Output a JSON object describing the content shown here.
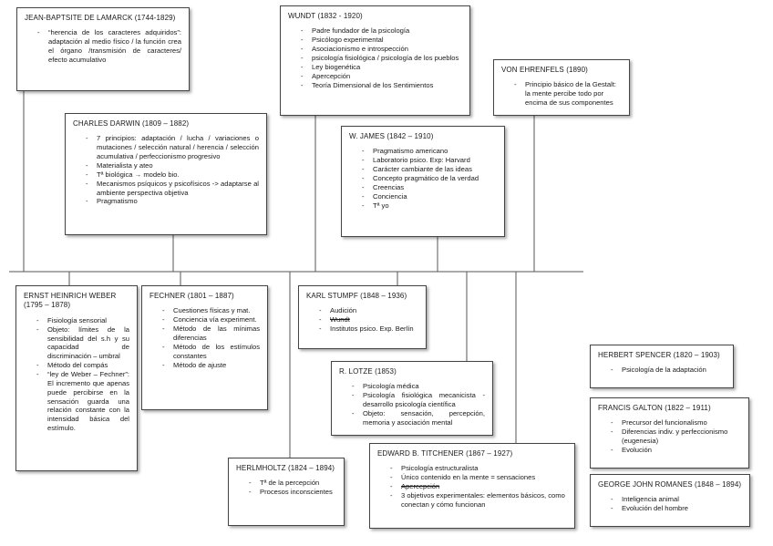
{
  "boxes": {
    "lamarck": {
      "title": "JEAN-BAPTSITE DE LAMARCK (1744-1829)",
      "items": [
        "“herencia de los caracteres adquiridos”: adaptación al medio físico / la función crea el órgano /transmisión de caracteres/ efecto acumulativo"
      ]
    },
    "wundt": {
      "title": "WUNDT (1832 - 1920)",
      "items": [
        "Padre fundador de la psicología",
        "Psicólogo experimental",
        "Asociacionismo e introspección",
        "psicología fisiológica / psicología de los pueblos",
        "Ley biogenética",
        "Apercepción",
        "Teoría Dimensional de los Sentimientos"
      ]
    },
    "ehrenfels": {
      "title": "VON EHRENFELS (1890)",
      "items": [
        "Principio básico de la Gestalt: la mente percibe todo por encima de sus componentes"
      ]
    },
    "darwin": {
      "title": "CHARLES DARWIN (1809 – 1882)",
      "items": [
        "7 principios: adaptación / lucha / variaciones o mutaciones / selección natural / herencia / selección acumulativa / perfeccionismo progresivo",
        "Materialista y ateo",
        "Tª biológica → modelo bio.",
        "Mecanismos psíquicos y psicofísicos -> adaptarse al ambiente perspectiva objetiva",
        "Pragmatismo"
      ]
    },
    "james": {
      "title": "W. JAMES (1842 – 1910)",
      "items": [
        "Pragmatismo americano",
        "Laboratorio psico. Exp: Harvard",
        "Carácter cambiante de las ideas",
        "Concepto pragmático de la verdad",
        "Creencias",
        "Conciencia",
        "Tª yo"
      ]
    },
    "weber": {
      "title": "ERNST HEINRICH WEBER (1795 – 1878)",
      "items": [
        "Fisiología sensorial",
        "Objeto: límites de la sensibilidad del s.h y su capacidad de discriminación – umbral",
        "Método del compás",
        "“ley de Weber – Fechner”: El incremento que apenas puede percibirse en la sensación guarda una relación constante con la intensidad básica del estímulo."
      ]
    },
    "fechner": {
      "title": "FECHNER (1801 – 1887)",
      "items": [
        "Cuestiones físicas y mat.",
        "Conciencia vía experiment.",
        "Método de las mínimas diferencias",
        "Método de los estímulos constantes",
        "Método de ajuste"
      ]
    },
    "stumpf": {
      "title": "KARL STUMPF (1848 – 1936)",
      "items": [
        "Audición",
        "Wundt",
        "Institutos psico. Exp. Berlín"
      ]
    },
    "lotze": {
      "title": "R. LOTZE (1853)",
      "items": [
        "Psicología médica",
        "Psicología fisiológica mecanicista - desarrollo psicología científica",
        "Objeto: sensación, percepción, memoria y asociación mental"
      ]
    },
    "helmholtz": {
      "title": "HERLMHOLTZ (1824 – 1894)",
      "items": [
        "Tª de la percepción",
        "Procesos inconscientes"
      ]
    },
    "titchener": {
      "title": "EDWARD B. TITCHENER (1867 – 1927)",
      "items": [
        "Psicología estructuralista",
        "Único contenido en la mente = sensaciones",
        "Apercepción",
        "3 objetivos experimentales: elementos básicos, como conectan y cómo funcionan"
      ]
    },
    "spencer": {
      "title": "HERBERT SPENCER (1820 – 1903)",
      "items": [
        "Psicología de la adaptación"
      ]
    },
    "galton": {
      "title": "FRANCIS GALTON (1822 – 1911)",
      "items": [
        "Precursor del funcionalismo",
        "Diferencias indiv. y perfeccionismo (eugenesia)",
        "Evolución"
      ]
    },
    "romanes": {
      "title": "GEORGE JOHN ROMANES (1848 – 1894)",
      "items": [
        "Inteligencia animal",
        "Evolución del hombre"
      ]
    }
  }
}
